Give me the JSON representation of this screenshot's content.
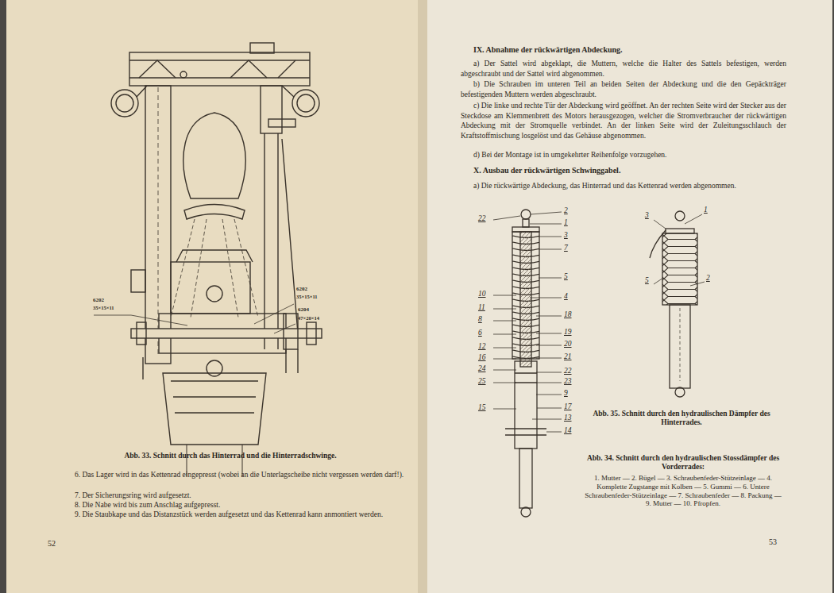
{
  "diagram": {
    "labels": [
      "6202",
      "35×15×11",
      "6202",
      "35×15×11",
      "6204",
      "47×20×14",
      "Abb. 33. Schnitt durch das Hinterrad und die Hinterradschwinge.",
      "6. Das Lager wird in das Kettenrad eingepresst (wobei an die Unterlagscheibe nicht vergessen werden darf!).",
      "7. Der Sicherungsring wird aufgesetzt.",
      "8. Die Nabe wird bis zum Anschlag aufgepresst.",
      "9. Die Staubkape und das Distanzstück werden aufgesetzt und das Kettenrad kann anmontiert werden.",
      "52",
      "IX. Abnahme der rückwärtigen Abdeckung.",
      "a) Der Sattel wird abgeklapt, die Muttern, welche die Halter des Sattels befestigen, werden abgeschraubt und der Sattel wird abgenommen.",
      "b) Die Schrauben im unteren Teil an beiden Seiten der Abdeckung und die den Gepäckträger befestigenden Muttern werden abgeschraubt.",
      "c) Die linke und rechte Tür der Abdeckung wird geöffnet. An der rechten Seite wird der Stecker aus der Steckdose am Klemmenbrett des Motors herausgezogen, welcher die Stromverbraucher der rückwärtigen Abdeckung mit der Stromquelle verbindet. An der linken Seite wird der Zuleitungsschlauch der Kraftstoffmischung losgelöst und das Gehäuse abgenommen.",
      "d) Bei der Montage ist in umgekehrter Reihenfolge vorzugehen.",
      "X. Ausbau der rückwärtigen Schwinggabel.",
      "a) Die rückwärtige Abdeckung, das Hinterrad und das Kettenrad werden abgenommen.",
      "22",
      "10",
      "11",
      "8",
      "6",
      "12",
      "16",
      "24",
      "25",
      "15",
      "2",
      "1",
      "3",
      "7",
      "5",
      "4",
      "18",
      "19",
      "20",
      "21",
      "22",
      "23",
      "9",
      "17",
      "13",
      "14",
      "3",
      "1",
      "5",
      "2",
      "Abb. 35. Schnitt durch den hydraulischen Dämpfer des Hinterrades.",
      "Abb. 34. Schnitt durch den hydraulischen Stossdämpfer des Vorderrades:",
      "1. Mutter — 2. Bügel — 3. Schraubenfeder-Stützeinlage — 4. Komplette Zugstange mit Kolben — 5. Gummi — 6. Untere Schraubenfeder-Stützeinlage — 7. Schraubenfeder — 8. Packung — 9. Mutter — 10. Pfropfen.",
      "53"
    ]
  }
}
